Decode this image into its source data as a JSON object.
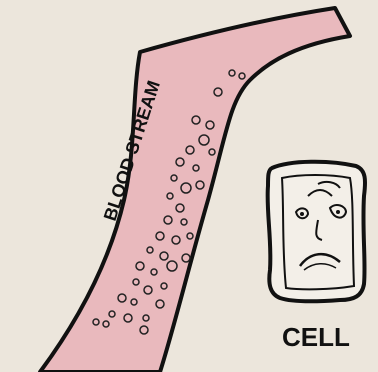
{
  "labels": {
    "blood_stream": "BLOOD STREAM",
    "cell": "CELL"
  },
  "colors": {
    "background": "#ece6dc",
    "vessel_fill": "#e9b9bd",
    "outline": "#111111",
    "cell_fill": "#f3efe8"
  },
  "icons": [
    "blood-vessel-shape",
    "blood-particle-circles",
    "sad-cell-face-icon"
  ]
}
